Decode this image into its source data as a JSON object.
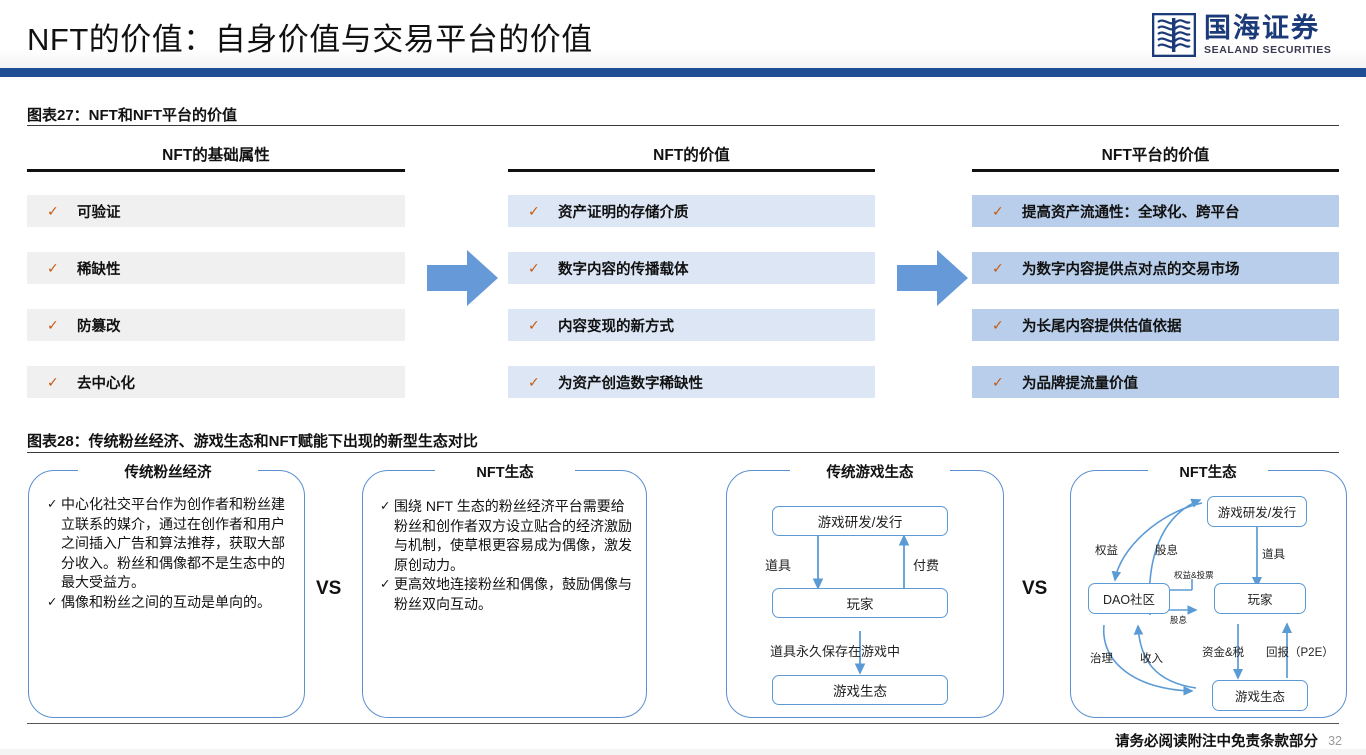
{
  "header": {
    "title": "NFT的价值：自身价值与交易平台的价值",
    "logo_cn": "国海证券",
    "logo_en": "SEALAND SECURITIES",
    "accent_color": "#1f4d94"
  },
  "exhibit27": {
    "caption": "图表27：NFT和NFT平台的价值",
    "columns": [
      {
        "title": "NFT的基础属性",
        "style_color": "#f0f0f0",
        "items": [
          "可验证",
          "稀缺性",
          "防篡改",
          "去中心化"
        ]
      },
      {
        "title": "NFT的价值",
        "style_color": "#dce6f5",
        "items": [
          "资产证明的存储介质",
          "数字内容的传播载体",
          "内容变现的新方式",
          "为资产创造数字稀缺性"
        ]
      },
      {
        "title": "NFT平台的价值",
        "style_color": "#b9ceea",
        "items": [
          "提高资产流通性：全球化、跨平台",
          "为数字内容提供点对点的交易市场",
          "为长尾内容提供估值依据",
          "为品牌提流量价值"
        ]
      }
    ],
    "tick_glyph": "✓",
    "arrow_color": "#5b9bd5"
  },
  "exhibit28": {
    "caption": "图表28：传统粉丝经济、游戏生态和NFT赋能下出现的新型生态对比",
    "vs_label": "VS",
    "panel1": {
      "title": "传统粉丝经济",
      "bullets": [
        "中心化社交平台作为创作者和粉丝建立联系的媒介，通过在创作者和用户之间插入广告和算法推荐，获取大部分收入。粉丝和偶像都不是生态中的最大受益方。",
        "偶像和粉丝之间的互动是单向的。"
      ]
    },
    "panel2": {
      "title": "NFT生态",
      "bullets": [
        "围绕 NFT 生态的粉丝经济平台需要给粉丝和创作者双方设立贴合的经济激励与机制，使草根更容易成为偶像，激发原创动力。",
        "更高效地连接粉丝和偶像，鼓励偶像与粉丝双向互动。"
      ]
    },
    "panel3": {
      "title": "传统游戏生态",
      "nodes": [
        "游戏研发/发行",
        "玩家",
        "游戏生态"
      ],
      "edges": [
        {
          "label": "道具",
          "from": "游戏研发/发行",
          "to": "玩家"
        },
        {
          "label": "付费",
          "from": "玩家",
          "to": "游戏研发/发行"
        },
        {
          "label": "道具永久保存在游戏中",
          "from": "玩家",
          "to": "游戏生态"
        }
      ]
    },
    "panel4": {
      "title": "NFT生态",
      "nodes": [
        "游戏研发/发行",
        "DAO社区",
        "玩家",
        "游戏生态"
      ],
      "edges": [
        {
          "label": "权益",
          "from": "游戏研发/发行",
          "to": "DAO社区"
        },
        {
          "label": "股息",
          "from": "DAO社区",
          "to": "游戏研发/发行"
        },
        {
          "label": "道具",
          "from": "游戏研发/发行",
          "to": "玩家"
        },
        {
          "label": "权益&投票",
          "from": "玩家",
          "to": "DAO社区"
        },
        {
          "label": "股息",
          "from": "DAO社区",
          "to": "玩家"
        },
        {
          "label": "资金&税",
          "from": "玩家",
          "to": "游戏生态"
        },
        {
          "label": "回报（P2E）",
          "from": "游戏生态",
          "to": "玩家"
        },
        {
          "label": "治理",
          "from": "DAO社区",
          "to": "游戏生态"
        },
        {
          "label": "收入",
          "from": "游戏生态",
          "to": "DAO社区"
        }
      ]
    }
  },
  "footer": {
    "disclaimer": "请务必阅读附注中免责条款部分",
    "page_number": "32"
  }
}
